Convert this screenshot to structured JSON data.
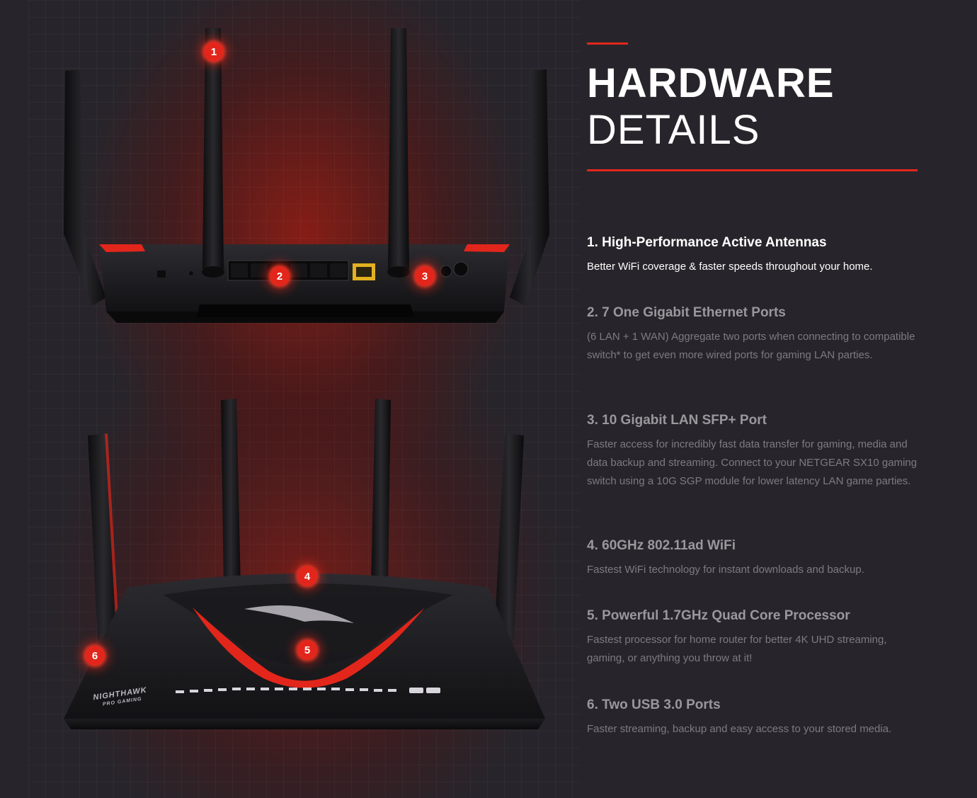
{
  "heading": {
    "line1": "HARDWARE",
    "line2": "DETAILS"
  },
  "features": [
    {
      "title": "1. High-Performance Active Antennas",
      "text": "Better WiFi coverage & faster speeds throughout your home."
    },
    {
      "title": "2. 7 One Gigabit Ethernet Ports",
      "text": "(6 LAN + 1 WAN) Aggregate two ports when connecting to compatible switch* to get even more wired ports for gaming LAN parties."
    },
    {
      "title": "3. 10 Gigabit LAN SFP+ Port",
      "text": "Faster access for incredibly fast data transfer for gaming, media and data backup and streaming. Connect to your NETGEAR SX10 gaming switch using a 10G SGP module for lower latency LAN game parties."
    },
    {
      "title": "4. 60GHz 802.11ad WiFi",
      "text": "Fastest WiFi technology for instant downloads and backup."
    },
    {
      "title": "5. Powerful 1.7GHz Quad Core Processor",
      "text": "Fastest processor for home router for better 4K UHD streaming, gaming, or anything you throw at it!"
    },
    {
      "title": "6. Two USB 3.0 Ports",
      "text": "Faster streaming, backup and easy access to your stored media."
    }
  ],
  "markers": [
    "1",
    "2",
    "3",
    "4",
    "5",
    "6"
  ],
  "brand": {
    "line1": "NIGHTHAWK",
    "line2": "PRO GAMING"
  },
  "colors": {
    "accent": "#e3261b",
    "background": "#27252b"
  }
}
